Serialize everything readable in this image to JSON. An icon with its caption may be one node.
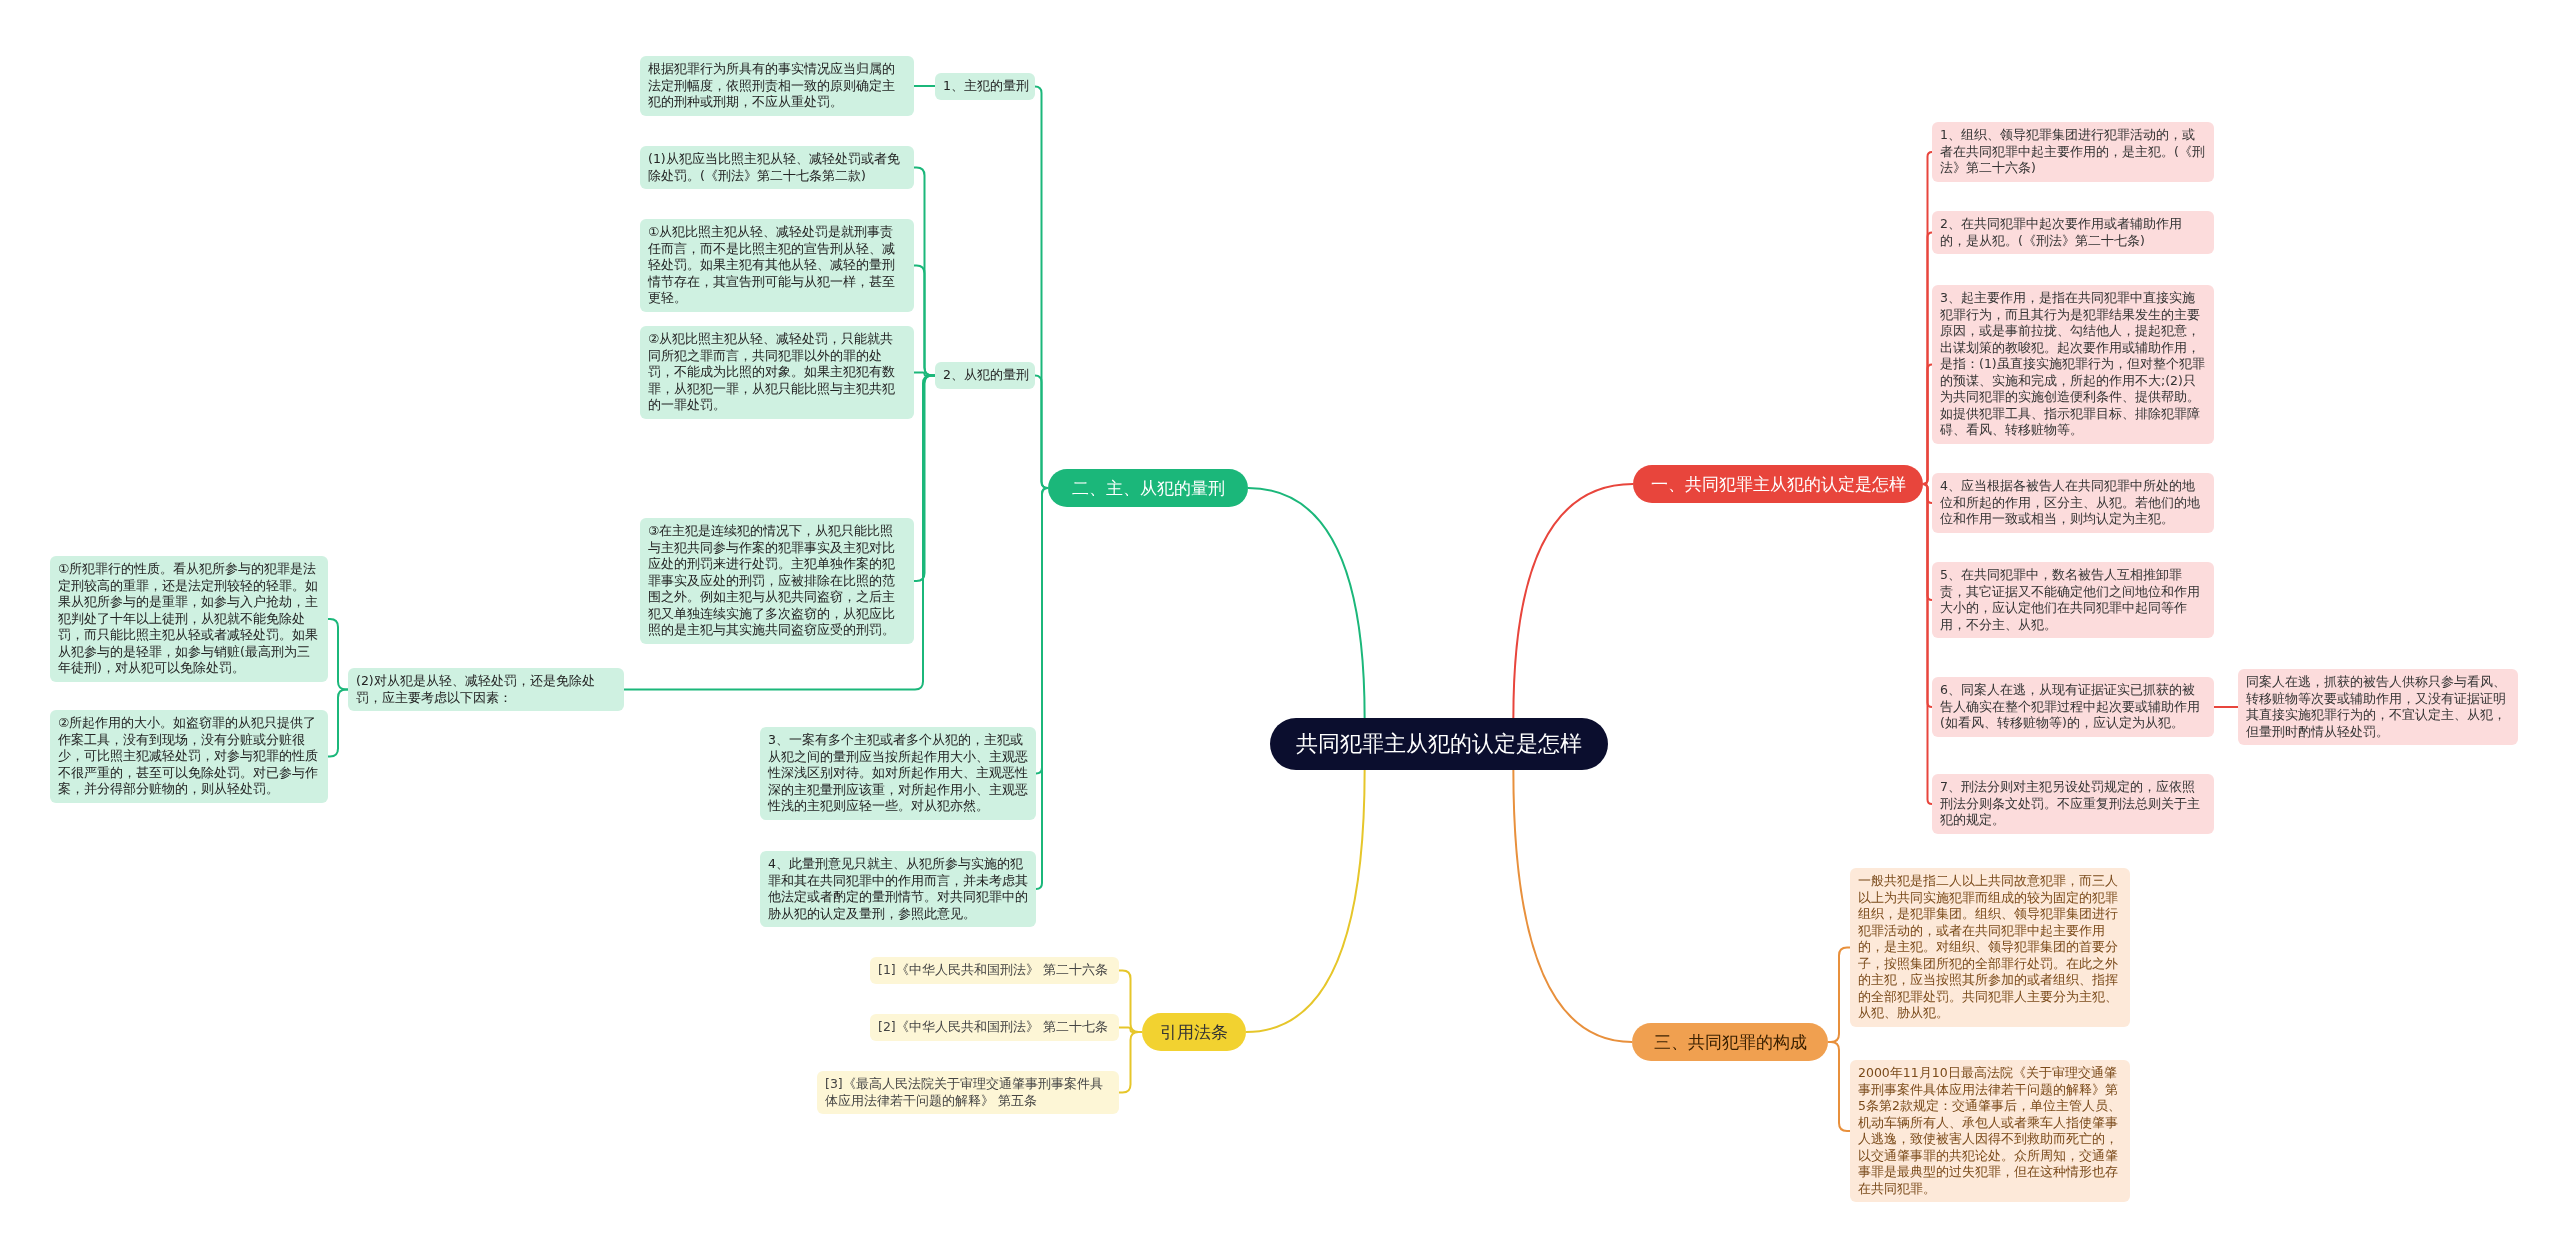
{
  "diagram": {
    "nodes": [
      {
        "text": [
          "共同犯罪主从犯的认定是怎样"
        ]
      },
      {
        "text": [
          "一、共同犯罪主从犯的认定是怎样"
        ]
      },
      {
        "text": [
          "1、组织、领导犯罪集团进行犯罪活动的，或者在共同犯罪中起主要作用的，是主犯。(《刑法》第二十六条)"
        ]
      },
      {
        "text": [
          "2、在共同犯罪中起次要作用或者辅助作用的，是从犯。(《刑法》第二十七条)"
        ]
      },
      {
        "text": [
          "3、起主要作用，是指在共同犯罪中直接实施犯罪行为，而且其行为是犯罪结果发生的主要原因，或是事前拉拢、勾结他人，提起犯意，出谋划策的教唆犯。起次要作用或辅助作用，是指：(1)虽直接实施犯罪行为，但对整个犯罪的预谋、实施和完成，所起的作用不大;(2)只为共同犯罪的实施创造便利条件、提供帮助。如提供犯罪工具、指示犯罪目标、排除犯罪障碍、看风、转移赃物等。"
        ]
      },
      {
        "text": [
          "4、应当根据各被告人在共同犯罪中所处的地位和所起的作用，区分主、从犯。若他们的地位和作用一致或相当，则均认定为主犯。"
        ]
      },
      {
        "text": [
          "5、在共同犯罪中，数名被告人互相推卸罪责，其它证据又不能确定他们之间地位和作用大小的，应认定他们在共同犯罪中起同等作用，不分主、从犯。"
        ]
      },
      {
        "text": [
          "6、同案人在逃，从现有证据证实已抓获的被告人确实在整个犯罪过程中起次要或辅助作用(如看风、转移赃物等)的，应认定为从犯。"
        ]
      },
      {
        "text": [
          "同案人在逃，抓获的被告人供称只参与看风、转移赃物等次要或辅助作用，又没有证据证明其直接实施犯罪行为的，不宜认定主、从犯，但量刑时酌情从轻处罚。"
        ]
      },
      {
        "text": [
          "7、刑法分则对主犯另设处罚规定的，应依照刑法分则条文处罚。不应重复刑法总则关于主犯的规定。"
        ]
      },
      {
        "text": [
          "三、共同犯罪的构成"
        ]
      },
      {
        "text": [
          "一般共犯是指二人以上共同故意犯罪，而三人以上为共同实施犯罪而组成的较为固定的犯罪组织，是犯罪集团。组织、领导犯罪集团进行犯罪活动的，或者在共同犯罪中起主要作用的，是主犯。对组织、领导犯罪集团的首要分子，按照集团所犯的全部罪行处罚。在此之外的主犯，应当按照其所参加的或者组织、指挥的全部犯罪处罚。共同犯罪人主要分为主犯、从犯、胁从犯。"
        ]
      },
      {
        "text": [
          "2000年11月10日最高法院《关于审理交通肇事刑事案件具体应用法律若干问题的解释》第5条第2款规定：交通肇事后，单位主管人员、机动车辆所有人、承包人或者乘车人指使肇事人逃逸，致使被害人因得不到救助而死亡的，以交通肇事罪的共犯论处。众所周知，交通肇事罪是最典型的过失犯罪，但在这种情形也存在共同犯罪。"
        ]
      },
      {
        "text": [
          "二、主、从犯的量刑"
        ]
      },
      {
        "text": [
          "1、主犯的量刑"
        ]
      },
      {
        "text": [
          "根据犯罪行为所具有的事实情况应当归属的法定刑幅度，依照刑责相一致的原则确定主犯的刑种或刑期，不应从重处罚。"
        ]
      },
      {
        "text": [
          "2、从犯的量刑"
        ]
      },
      {
        "text": [
          "(1)从犯应当比照主犯从轻、减轻处罚或者免除处罚。(《刑法》第二十七条第二款)"
        ]
      },
      {
        "text": [
          "①从犯比照主犯从轻、减轻处罚是就刑事责任而言，而不是比照主犯的宣告刑从轻、减轻处罚。如果主犯有其他从轻、减轻的量刑情节存在，其宣告刑可能与从犯一样，甚至更轻。"
        ]
      },
      {
        "text": [
          "②从犯比照主犯从轻、减轻处罚，只能就共同所犯之罪而言，共同犯罪以外的罪的处罚，不能成为比照的对象。如果主犯犯有数罪，从犯犯一罪，从犯只能比照与主犯共犯的一罪处罚。"
        ]
      },
      {
        "text": [
          "(2)对从犯是从轻、减轻处罚，还是免除处罚，应主要考虑以下因素："
        ]
      },
      {
        "text": [
          "①所犯罪行的性质。看从犯所参与的犯罪是法定刑较高的重罪，还是法定刑较轻的轻罪。如果从犯所参与的是重罪，如参与入户抢劫，主犯判处了十年以上徒刑，从犯就不能免除处罚，而只能比照主犯从轻或者减轻处罚。如果从犯参与的是轻罪，如参与销赃(最高刑为三年徒刑)，对从犯可以免除处罚。"
        ]
      },
      {
        "text": [
          "②所起作用的大小。如盗窃罪的从犯只提供了作案工具，没有到现场，没有分赃或分赃很少，可比照主犯减轻处罚，对参与犯罪的性质不很严重的，甚至可以免除处罚。对已参与作案，并分得部分赃物的，则从轻处罚。"
        ]
      },
      {
        "text": [
          "③在主犯是连续犯的情况下，从犯只能比照与主犯共同参与作案的犯罪事实及主犯对比应处的刑罚来进行处罚。主犯单独作案的犯罪事实及应处的刑罚，应被排除在比照的范围之外。例如主犯与从犯共同盗窃，之后主犯又单独连续实施了多次盗窃的，从犯应比照的是主犯与其实施共同盗窃应受的刑罚。"
        ]
      },
      {
        "text": [
          "3、一案有多个主犯或者多个从犯的，主犯或从犯之间的量刑应当按所起作用大小、主观恶性深浅区别对待。如对所起作用大、主观恶性深的主犯量刑应该重，对所起作用小、主观恶性浅的主犯则应轻一些。对从犯亦然。"
        ]
      },
      {
        "text": [
          "4、此量刑意见只就主、从犯所参与实施的犯罪和其在共同犯罪中的作用而言，并未考虑其他法定或者酌定的量刑情节。对共同犯罪中的胁从犯的认定及量刑，参照此意见。"
        ]
      },
      {
        "text": [
          "引用法条"
        ]
      },
      {
        "text": [
          "[1]《中华人民共和国刑法》 第二十六条"
        ]
      },
      {
        "text": [
          "[2]《中华人民共和国刑法》 第二十七条"
        ]
      },
      {
        "text": [
          "[3]《最高人民法院关于审理交通肇事刑事案件具体应用法律若干问题的解释》 第五条"
        ]
      }
    ],
    "edges": [
      {
        "from": 0,
        "to": 1,
        "arrow": "none",
        "color": "#e8453c"
      },
      {
        "from": 1,
        "to": 2,
        "arrow": "none",
        "color": "#e8453c"
      },
      {
        "from": 1,
        "to": 3,
        "arrow": "none",
        "color": "#e8453c"
      },
      {
        "from": 1,
        "to": 4,
        "arrow": "none",
        "color": "#e8453c"
      },
      {
        "from": 1,
        "to": 5,
        "arrow": "none",
        "color": "#e8453c"
      },
      {
        "from": 1,
        "to": 6,
        "arrow": "none",
        "color": "#e8453c"
      },
      {
        "from": 1,
        "to": 7,
        "arrow": "none",
        "color": "#e8453c"
      },
      {
        "from": 7,
        "to": 8,
        "arrow": "none",
        "color": "#e8453c"
      },
      {
        "from": 1,
        "to": 9,
        "arrow": "none",
        "color": "#e8453c"
      },
      {
        "from": 0,
        "to": 10,
        "arrow": "none",
        "color": "#e8903c"
      },
      {
        "from": 10,
        "to": 11,
        "arrow": "none",
        "color": "#e8903c"
      },
      {
        "from": 10,
        "to": 12,
        "arrow": "none",
        "color": "#e8903c"
      },
      {
        "from": 0,
        "to": 13,
        "arrow": "none"
      },
      {
        "from": 13,
        "to": 14,
        "arrow": "none"
      },
      {
        "from": 14,
        "to": 15,
        "arrow": "none"
      },
      {
        "from": 13,
        "to": 16,
        "arrow": "none"
      },
      {
        "from": 16,
        "to": 17,
        "arrow": "none"
      },
      {
        "from": 16,
        "to": 18,
        "arrow": "none"
      },
      {
        "from": 16,
        "to": 19,
        "arrow": "none"
      },
      {
        "from": 16,
        "to": 20,
        "arrow": "none"
      },
      {
        "from": 20,
        "to": 21,
        "arrow": "none"
      },
      {
        "from": 20,
        "to": 22,
        "arrow": "none"
      },
      {
        "from": 16,
        "to": 23,
        "arrow": "none"
      },
      {
        "from": 13,
        "to": 24,
        "arrow": "none"
      },
      {
        "from": 13,
        "to": 25,
        "arrow": "none"
      },
      {
        "from": 0,
        "to": 26,
        "arrow": "none",
        "color": "#e6c62a"
      },
      {
        "from": 26,
        "to": 27,
        "arrow": "none",
        "color": "#e6c62a"
      },
      {
        "from": 26,
        "to": 28,
        "arrow": "none",
        "color": "#e6c62a"
      },
      {
        "from": 26,
        "to": 29,
        "arrow": "none",
        "color": "#e6c62a"
      }
    ]
  }
}
